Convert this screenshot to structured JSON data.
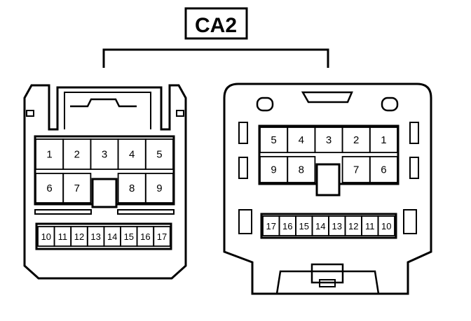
{
  "diagram": {
    "title": "CA2",
    "left_connector": {
      "upper_row": [
        "1",
        "2",
        "3",
        "4",
        "5"
      ],
      "middle_row": [
        "6",
        "7",
        "",
        "8",
        "9"
      ],
      "lower_row": [
        "10",
        "11",
        "12",
        "13",
        "14",
        "15",
        "16",
        "17"
      ]
    },
    "right_connector": {
      "upper_row": [
        "5",
        "4",
        "3",
        "2",
        "1"
      ],
      "middle_row": [
        "9",
        "8",
        "",
        "7",
        "6"
      ],
      "lower_row": [
        "17",
        "16",
        "15",
        "14",
        "13",
        "12",
        "11",
        "10"
      ]
    }
  },
  "colors": {
    "stroke": "#000000",
    "background": "#ffffff"
  }
}
